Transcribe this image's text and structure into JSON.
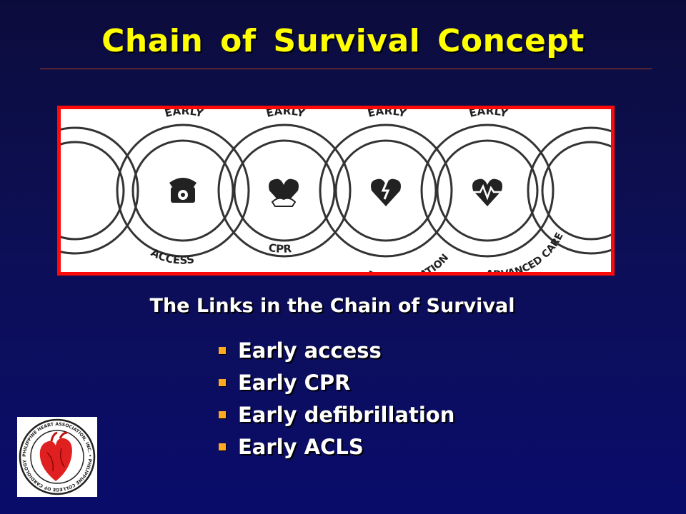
{
  "title": "Chain  of  Survival  Concept",
  "diagram": {
    "links": [
      {
        "top": "EARLY",
        "bottom": "ACCESS",
        "icon": "telephone-icon"
      },
      {
        "top": "EARLY",
        "bottom": "CPR",
        "icon": "hands-on-heart-icon"
      },
      {
        "top": "EARLY",
        "bottom": "DEFIBRILLATION",
        "icon": "shocked-heart-icon"
      },
      {
        "top": "EARLY",
        "bottom": "ADVANCED CARE",
        "icon": "heart-monitor-icon"
      }
    ]
  },
  "subtitle": "The Links in the Chain of Survival",
  "links_list": [
    "Early access",
    "Early CPR",
    "Early defibrillation",
    "Early ACLS"
  ],
  "logo": {
    "ring_text": "PHILIPPINE HEART ASSOCIATION, INC. • PHILIPPINE COLLEGE OF CARDIOLOGY"
  },
  "colors": {
    "title": "#ffff00",
    "frame_border": "#ff0a0a",
    "bullet": "#ffaa22",
    "heart": "#e02020"
  }
}
